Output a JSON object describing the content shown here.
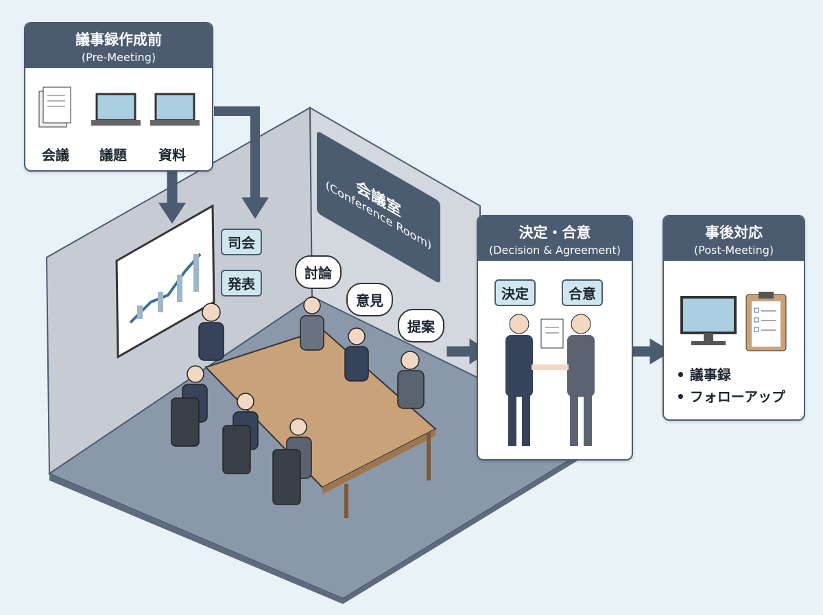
{
  "pre_meeting": {
    "title": "議事録作成前",
    "subtitle": "(Pre-Meeting)",
    "items": [
      "会議",
      "議題",
      "資料"
    ]
  },
  "conference_room": {
    "title": "会議室",
    "subtitle": "(Conference Room)"
  },
  "room_labels": {
    "moderator": "司会",
    "presentation": "発表"
  },
  "speech_bubbles": [
    "討論",
    "意見",
    "提案"
  ],
  "decision": {
    "title": "決定・合意",
    "subtitle": "(Decision & Agreement)",
    "tags": [
      "決定",
      "合意"
    ]
  },
  "post_meeting": {
    "title": "事後対応",
    "subtitle": "(Post-Meeting)",
    "bullets": [
      "• 議事録",
      "• フォローアップ"
    ]
  },
  "colors": {
    "header": "#4b5b70",
    "tag_fill": "#cfe6ee",
    "background": "#e9f2f6",
    "table": "#c9a27a"
  }
}
